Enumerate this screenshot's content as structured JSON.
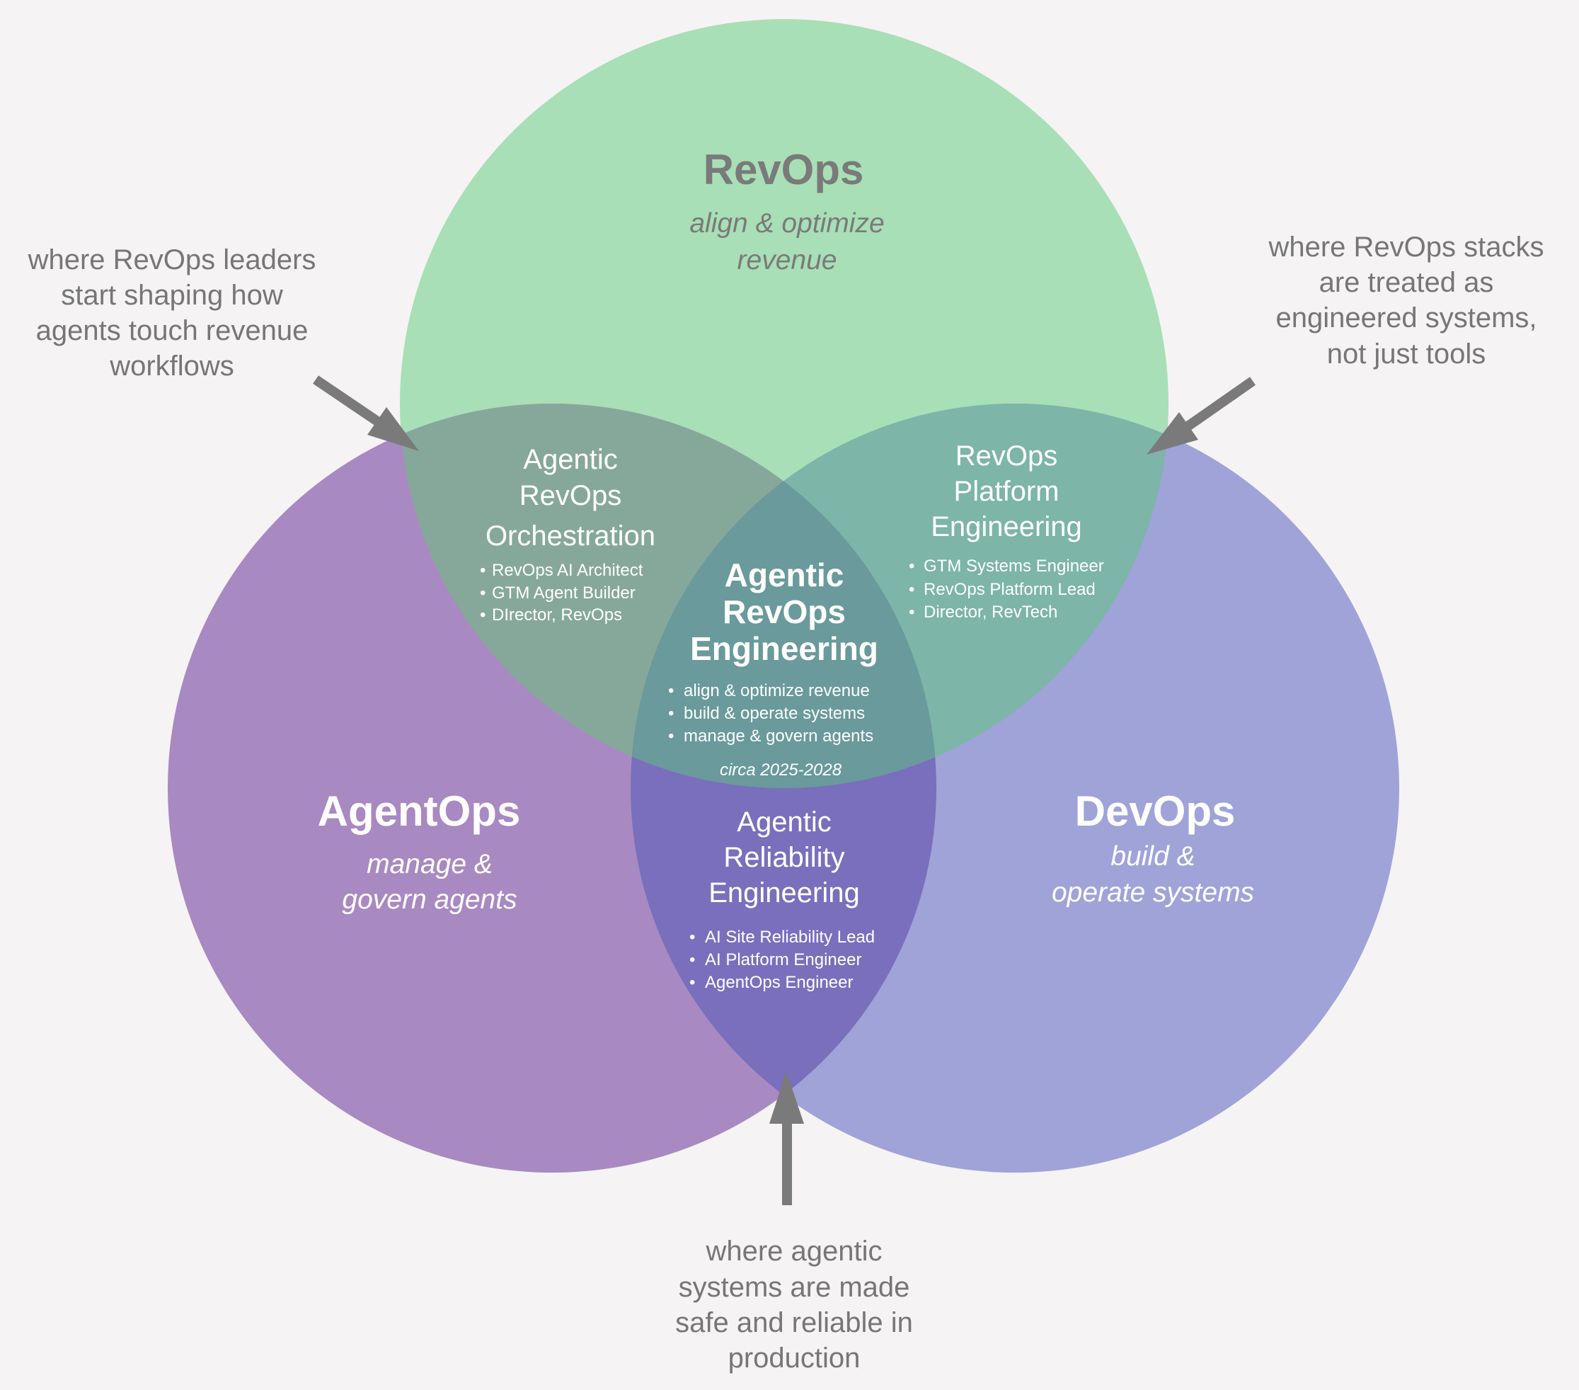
{
  "colors": {
    "background": "#f5f3f4",
    "revops": "#a8dfb6",
    "agentops": "#a989c1",
    "devops": "#9fa3d8",
    "revops_agentops": "#86a89a",
    "revops_devops": "#7db5a8",
    "agentops_devops": "#796fbd",
    "center": "#6a9a9b",
    "annotation_text": "#767676",
    "arrow": "#7a7a7a",
    "revops_text": "#7a7a7a",
    "light_text": "#ffffff"
  },
  "circles": {
    "revops": {
      "title": "RevOps",
      "subtitle_lines": [
        "align & optimize",
        "revenue"
      ]
    },
    "agentops": {
      "title": "AgentOps",
      "subtitle_lines": [
        "manage &",
        "govern agents"
      ]
    },
    "devops": {
      "title": "DevOps",
      "subtitle_lines": [
        "build &",
        "operate systems"
      ]
    }
  },
  "overlaps": {
    "revops_agentops": {
      "title_lines": [
        "Agentic",
        "RevOps",
        "Orchestration"
      ],
      "roles": [
        "RevOps AI Architect",
        "GTM Agent Builder",
        "DIrector, RevOps"
      ]
    },
    "revops_devops": {
      "title_lines": [
        "RevOps",
        "Platform",
        "Engineering"
      ],
      "roles": [
        "GTM Systems Engineer",
        "RevOps Platform Lead",
        "Director, RevTech"
      ]
    },
    "agentops_devops": {
      "title_lines": [
        "Agentic",
        "Reliability",
        "Engineering"
      ],
      "roles": [
        "AI Site Reliability Lead",
        "AI Platform Engineer",
        "AgentOps Engineer"
      ]
    },
    "center": {
      "title_lines": [
        "Agentic",
        "RevOps",
        "Engineering"
      ],
      "bullets": [
        "align & optimize revenue",
        "build & operate systems",
        "manage & govern agents"
      ],
      "note": "circa 2025-2028"
    }
  },
  "annotations": {
    "top_left": [
      "where RevOps leaders",
      "start shaping how",
      "agents touch revenue",
      "workflows"
    ],
    "top_right": [
      "where RevOps stacks",
      "are treated as",
      "engineered systems,",
      "not just tools"
    ],
    "bottom": [
      "where agentic",
      "systems are made",
      "safe and reliable in",
      "production"
    ]
  },
  "bullet_char": "•"
}
